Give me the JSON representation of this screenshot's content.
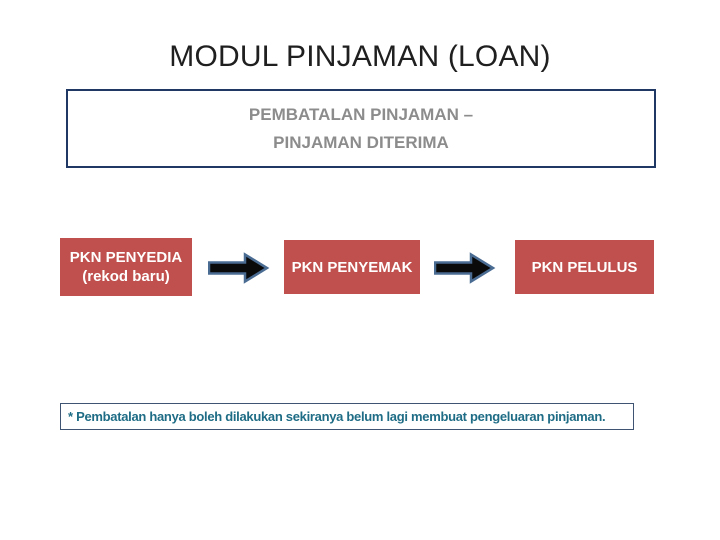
{
  "slide": {
    "title": "MODUL PINJAMAN (LOAN)",
    "header_box": {
      "line1": "PEMBATALAN PINJAMAN –",
      "line2": "PINJAMAN DITERIMA"
    },
    "flow": {
      "steps": [
        {
          "label_line1": "PKN PENYEDIA",
          "label_line2": "(rekod baru)"
        },
        {
          "label_line1": "PKN PENYEMAK",
          "label_line2": ""
        },
        {
          "label_line1": "PKN PELULUS",
          "label_line2": ""
        }
      ],
      "arrow_icon": "right-arrow"
    },
    "note": "* Pembatalan hanya boleh dilakukan sekiranya belum lagi membuat pengeluaran pinjaman.",
    "colors": {
      "title_text": "#1F1F1F",
      "header_border": "#1F3864",
      "header_text": "#8C8C8C",
      "box_fill": "#C0504D",
      "box_text": "#FFFFFF",
      "arrow_fill": "#0A0A0A",
      "arrow_stroke": "#4A6B92",
      "note_border": "#3E5472",
      "note_text": "#1E6C85"
    }
  }
}
